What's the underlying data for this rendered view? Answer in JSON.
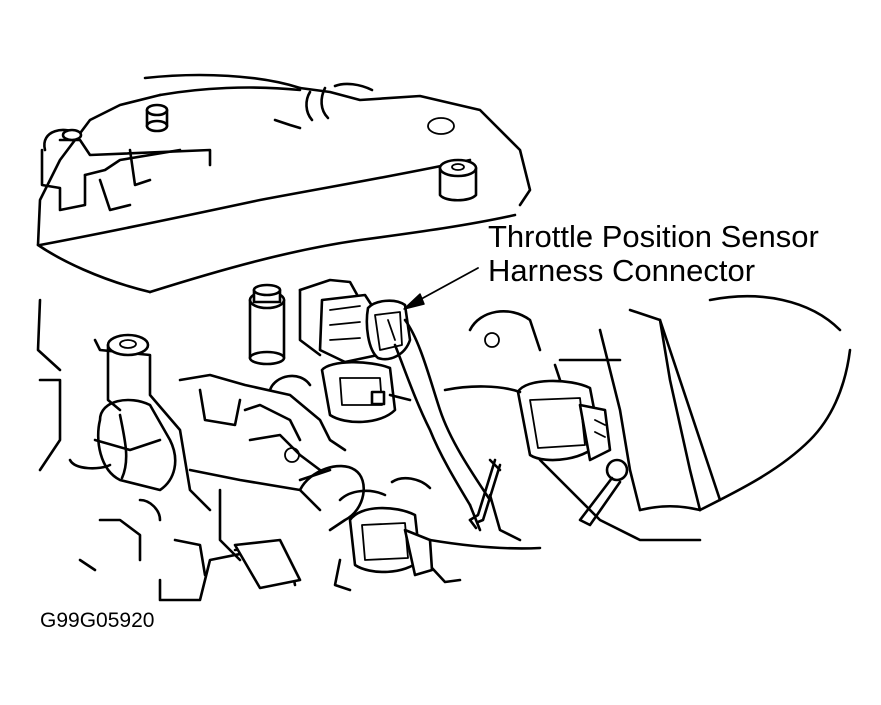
{
  "callout": {
    "line1": "Throttle Position Sensor",
    "line2": "Harness Connector"
  },
  "figure_id": "G99G05920"
}
